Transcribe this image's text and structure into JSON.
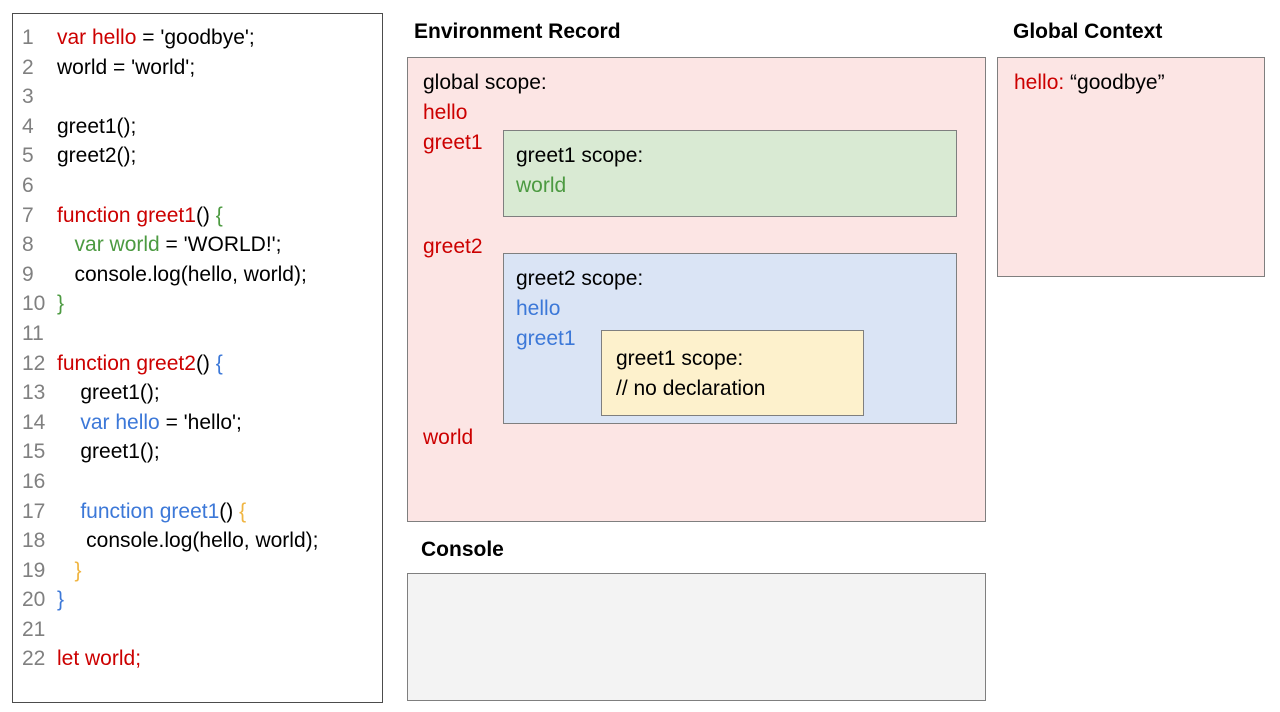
{
  "palette": {
    "red": "#cc0000",
    "green": "#4c9a41",
    "blue": "#3c78d8",
    "orange": "#f0b541",
    "text": "#000000",
    "line_number": "#808080",
    "pink_bg": "#fce5e4",
    "green_bg": "#d9ead3",
    "blue_bg": "#dae4f5",
    "yellow_bg": "#fdf1cc",
    "console_bg": "#f3f3f3",
    "box_border": "#7f7f7f",
    "panel_border": "#4c4c4c"
  },
  "code_panel": {
    "lines": [
      {
        "n": "1",
        "tokens": [
          {
            "t": "var hello",
            "c": "red"
          },
          {
            "t": " = 'goodbye';",
            "c": "black"
          }
        ]
      },
      {
        "n": "2",
        "tokens": [
          {
            "t": "world = 'world';",
            "c": "black"
          }
        ]
      },
      {
        "n": "3",
        "tokens": []
      },
      {
        "n": "4",
        "tokens": [
          {
            "t": "greet1();",
            "c": "black"
          }
        ]
      },
      {
        "n": "5",
        "tokens": [
          {
            "t": "greet2();",
            "c": "black"
          }
        ]
      },
      {
        "n": "6",
        "tokens": []
      },
      {
        "n": "7",
        "tokens": [
          {
            "t": "function greet1",
            "c": "red"
          },
          {
            "t": "() ",
            "c": "black"
          },
          {
            "t": "{",
            "c": "green"
          }
        ]
      },
      {
        "n": "8",
        "tokens": [
          {
            "t": "   ",
            "c": "black"
          },
          {
            "t": "var world",
            "c": "green"
          },
          {
            "t": " = 'WORLD!';",
            "c": "black"
          }
        ]
      },
      {
        "n": "9",
        "tokens": [
          {
            "t": "   console.log(hello, world);",
            "c": "black"
          }
        ]
      },
      {
        "n": "10",
        "tokens": [
          {
            "t": "}",
            "c": "green"
          }
        ]
      },
      {
        "n": "11",
        "tokens": []
      },
      {
        "n": "12",
        "tokens": [
          {
            "t": "function greet2",
            "c": "red"
          },
          {
            "t": "() ",
            "c": "black"
          },
          {
            "t": "{",
            "c": "blue"
          }
        ]
      },
      {
        "n": "13",
        "tokens": [
          {
            "t": "    greet1();",
            "c": "black"
          }
        ]
      },
      {
        "n": "14",
        "tokens": [
          {
            "t": "    ",
            "c": "black"
          },
          {
            "t": "var hello",
            "c": "blue"
          },
          {
            "t": " = 'hello';",
            "c": "black"
          }
        ]
      },
      {
        "n": "15",
        "tokens": [
          {
            "t": "    greet1();",
            "c": "black"
          }
        ]
      },
      {
        "n": "16",
        "tokens": []
      },
      {
        "n": "17",
        "tokens": [
          {
            "t": "    ",
            "c": "black"
          },
          {
            "t": "function greet1",
            "c": "blue"
          },
          {
            "t": "() ",
            "c": "black"
          },
          {
            "t": "{",
            "c": "orange"
          }
        ]
      },
      {
        "n": "18",
        "tokens": [
          {
            "t": "     console.log(hello, world);",
            "c": "black"
          }
        ]
      },
      {
        "n": "19",
        "tokens": [
          {
            "t": "   ",
            "c": "black"
          },
          {
            "t": "}",
            "c": "orange"
          }
        ]
      },
      {
        "n": "20",
        "tokens": [
          {
            "t": "}",
            "c": "blue"
          }
        ]
      },
      {
        "n": "21",
        "tokens": []
      },
      {
        "n": "22",
        "tokens": [
          {
            "t": "let world;",
            "c": "red"
          }
        ]
      }
    ]
  },
  "environment_record": {
    "title": "Environment Record",
    "global_scope_label": "global scope:",
    "vars": {
      "hello": "hello",
      "greet1": "greet1",
      "greet2": "greet2",
      "world": "world"
    },
    "greet1_box": {
      "title": "greet1 scope:",
      "entry": "world"
    },
    "greet2_box": {
      "title": "greet2 scope:",
      "entry_hello": "hello",
      "entry_greet1": "greet1",
      "inner_box": {
        "title": "greet1 scope:",
        "comment": "// no declaration"
      }
    }
  },
  "console": {
    "title": "Console",
    "content": ""
  },
  "global_context": {
    "title": "Global Context",
    "entry_key": "hello:",
    "entry_value": " “goodbye”"
  }
}
